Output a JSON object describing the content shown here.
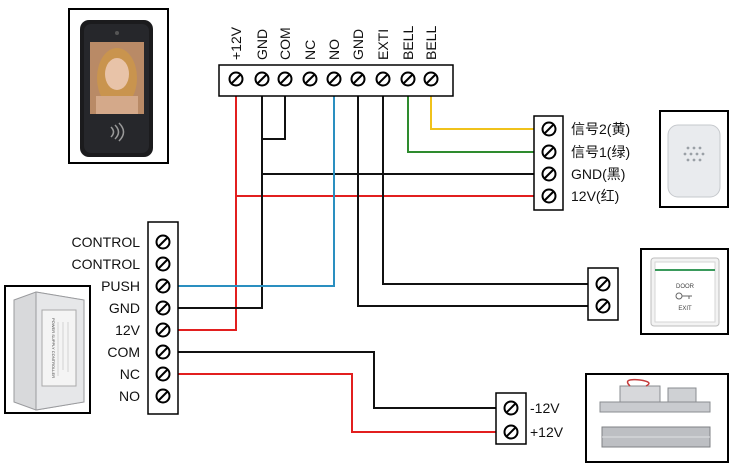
{
  "wire_colors": {
    "red": "#e21f1f",
    "black": "#111111",
    "blue": "#2a8fc0",
    "green": "#2e8b2e",
    "yellow": "#f0c21b"
  },
  "reader_terminals": [
    "+12V",
    "GND",
    "COM",
    "NC",
    "NO",
    "GND",
    "EXTI",
    "BELL",
    "BELL"
  ],
  "bell_terminals": [
    "信号2(黄)",
    "信号1(绿)",
    "GND(黑)",
    "12V(红)"
  ],
  "power_supply_terminals": [
    "CONTROL",
    "CONTROL",
    "PUSH",
    "GND",
    "12V",
    "COM",
    "NC",
    "NO"
  ],
  "lock_terminals": [
    "-12V",
    "+12V"
  ],
  "devices": {
    "face_reader": "face-recognition-reader",
    "door_bell": "door-bell",
    "exit_button": "exit-button",
    "power_supply": "access-control-power-supply",
    "magnetic_lock": "magnetic-lock"
  },
  "exit_button_text": {
    "top": "DOOR",
    "bottom": "EXIT"
  },
  "power_supply_label": "POWER SUPPLY CONTROLLER"
}
